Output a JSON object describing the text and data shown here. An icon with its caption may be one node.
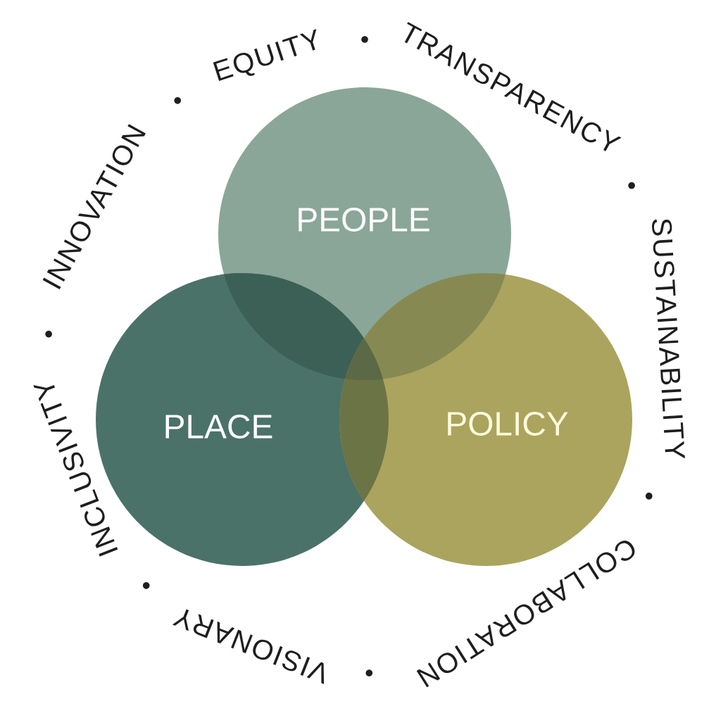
{
  "diagram": {
    "nodes": [
      {
        "text": [
          "PEOPLE"
        ]
      },
      {
        "text": [
          "PLACE"
        ]
      },
      {
        "text": [
          "POLICY"
        ]
      }
    ],
    "labels": [
      "EQUITY",
      "TRANSPARENCY",
      "SUSTAINABILITY",
      "COLLABORATION",
      "VISIONARY",
      "INCLUSIVITY",
      "INNOVATION"
    ]
  }
}
